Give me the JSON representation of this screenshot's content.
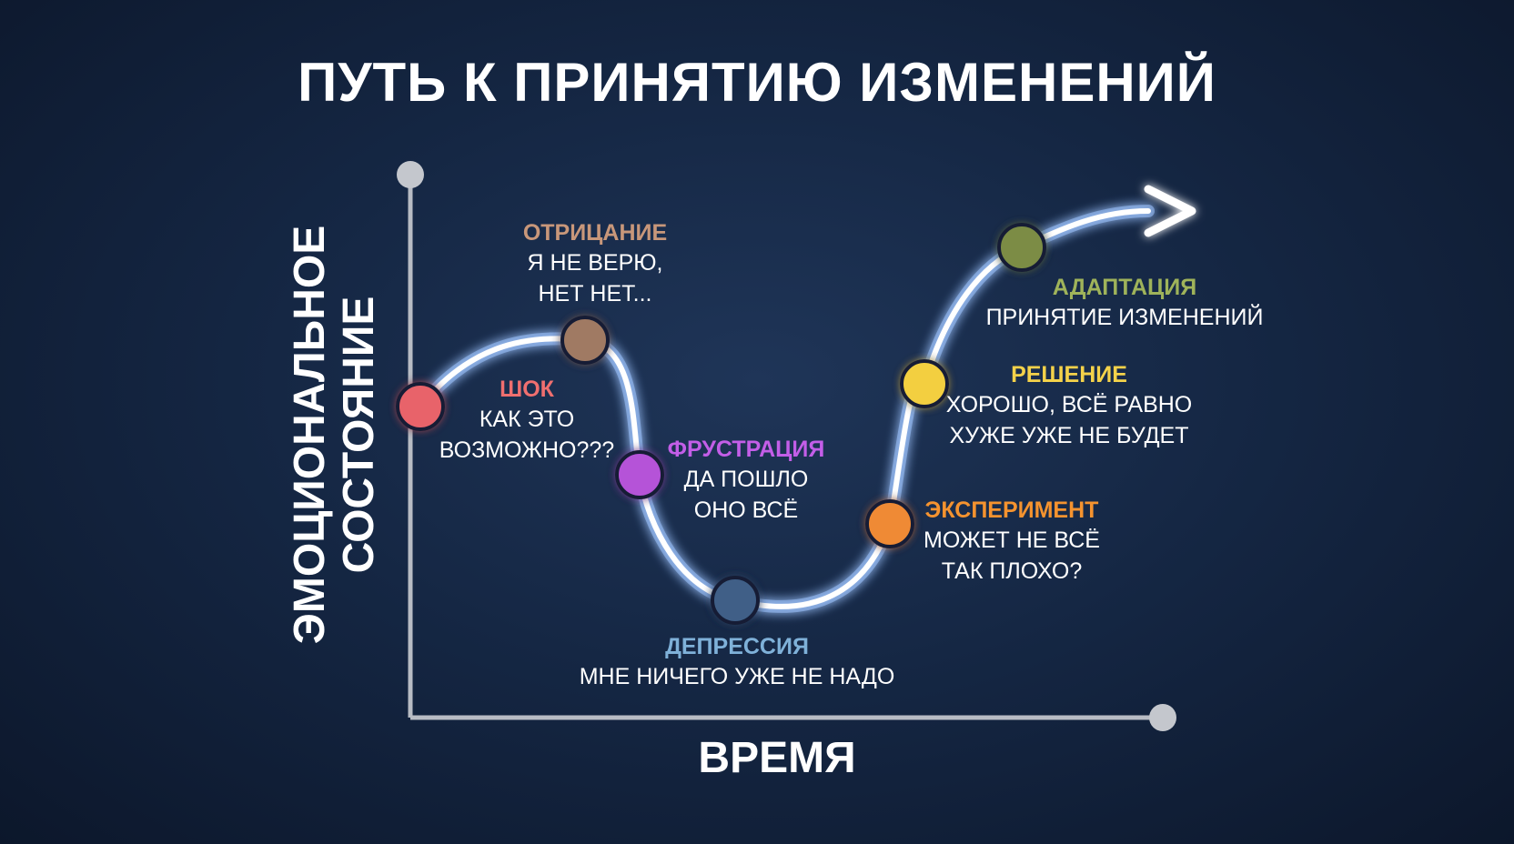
{
  "title": "ПУТЬ К ПРИНЯТИЮ ИЗМЕНЕНИЙ",
  "axes": {
    "x_label": "ВРЕМЯ",
    "y_label_line1": "ЭМОЦИОНАЛЬНОЕ",
    "y_label_line2": "СОСТОЯНИЕ"
  },
  "stages": [
    {
      "name": "ШОК",
      "line1": "КАК ЭТО",
      "line2": "ВОЗМОЖНО???",
      "color": "#e8636a",
      "name_color": "#f06f6f"
    },
    {
      "name": "ОТРИЦАНИЕ",
      "line1": "Я НЕ ВЕРЮ,",
      "line2": "НЕТ НЕТ...",
      "color": "#a07a63",
      "name_color": "#c8977a"
    },
    {
      "name": "ФРУСТРАЦИЯ",
      "line1": "ДА ПОШЛО",
      "line2": "ОНО ВСЁ",
      "color": "#b552d8",
      "name_color": "#c35ee8"
    },
    {
      "name": "ДЕПРЕССИЯ",
      "line1": "МНЕ НИЧЕГО УЖЕ НЕ НАДО",
      "line2": "",
      "color": "#3f5f87",
      "name_color": "#7fb1d9"
    },
    {
      "name": "ЭКСПЕРИМЕНТ",
      "line1": "МОЖЕТ НЕ ВСЁ",
      "line2": "ТАК ПЛОХО?",
      "color": "#ef8a34",
      "name_color": "#f5932f"
    },
    {
      "name": "РЕШЕНИЕ",
      "line1": "ХОРОШО, ВСЁ РАВНО",
      "line2": "ХУЖЕ УЖЕ НЕ БУДЕТ",
      "color": "#f3cf3f",
      "name_color": "#f4d24a"
    },
    {
      "name": "АДАПТАЦИЯ",
      "line1": "ПРИНЯТИЕ ИЗМЕНЕНИЙ",
      "line2": "",
      "color": "#7c8c44",
      "name_color": "#9fb35a"
    }
  ],
  "colors": {
    "curve": "#ffffff",
    "curve_glow": "#9fc4ff",
    "axis": "#b8bcc4"
  }
}
